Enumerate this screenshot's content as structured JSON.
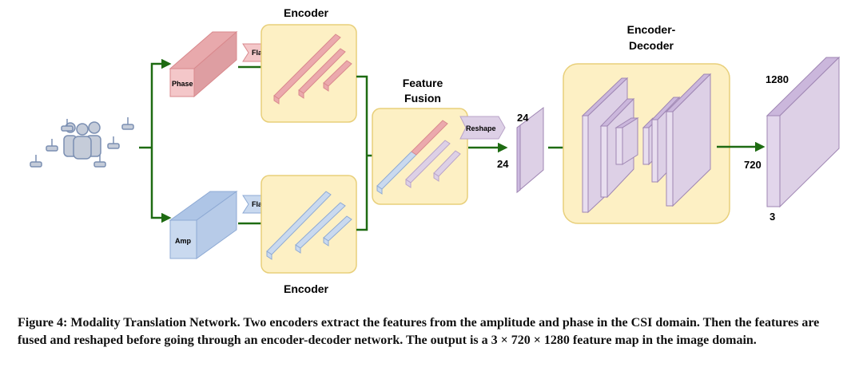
{
  "diagram": {
    "encoder_top_title": "Encoder",
    "encoder_bottom_title": "Encoder",
    "phase_label": "Phase",
    "amp_label": "Amp",
    "flatten_top_label": "Flatten",
    "flatten_bottom_label": "Flatten",
    "fusion_title_line1": "Feature",
    "fusion_title_line2": "Fusion",
    "reshape_label": "Reshape",
    "feat_dim_top": "24",
    "feat_dim_bottom": "24",
    "encdec_title_line1": "Encoder-",
    "encdec_title_line2": "Decoder",
    "out_dim_width": "1280",
    "out_dim_height": "720",
    "out_dim_channels": "3"
  },
  "caption": {
    "text": "Figure 4: Modality Translation Network. Two encoders extract the features from the amplitude and phase in the CSI domain. Then the features are fused and reshaped before going through an encoder-decoder network. The output is a 3 × 720 × 1280 feature map in the image domain."
  },
  "colors": {
    "encoder_box": "#fdf0c4",
    "encoder_border": "#e8cf7a",
    "phase_fill": "#f4c7c9",
    "amp_fill": "#c9d9ef",
    "decoder_fill": "#ddd0e6",
    "arrow_green": "#1e6b12",
    "icon_blue": "#7b8fb2"
  }
}
